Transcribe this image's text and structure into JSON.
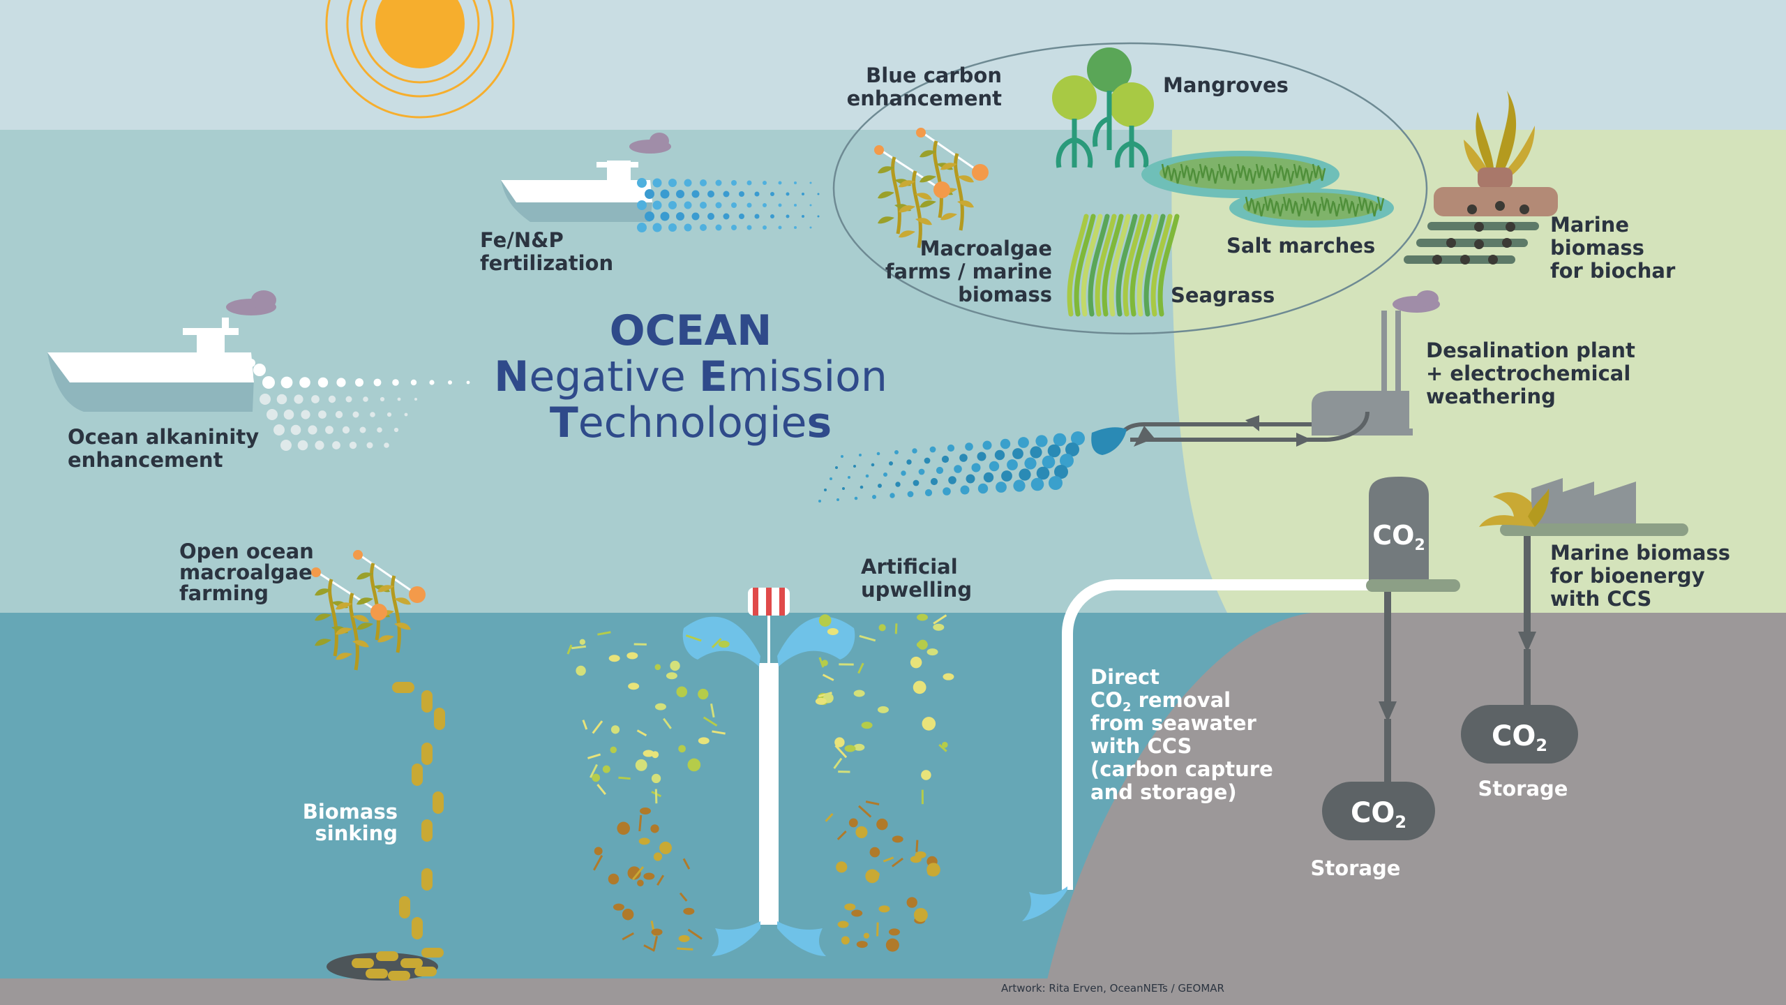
{
  "title": {
    "line1": "OCEAN",
    "line2_first": "N",
    "line2_rest": "egative ",
    "line2_second": "E",
    "line2_tail": "mission",
    "line3_first": "T",
    "line3_rest": "echnologie",
    "line3_last": "s"
  },
  "labels": {
    "alkalinity": [
      "Ocean alkaninity",
      "enhancement"
    ],
    "fertilization": [
      "Fe/N&P",
      "fertilization"
    ],
    "blue_carbon": [
      "Blue carbon",
      "enhancement"
    ],
    "mangroves": "Mangroves",
    "salt_marches": "Salt marches",
    "seagrass": "Seagrass",
    "macroalgae_farms": [
      "Macroalgae",
      "farms / marine",
      "biomass"
    ],
    "biochar": [
      "Marine",
      "biomass",
      "for biochar"
    ],
    "desalination": [
      "Desalination plant",
      "+ electrochemical",
      "weathering"
    ],
    "open_ocean": [
      "Open ocean",
      "macroalgae",
      "farming"
    ],
    "upwelling": [
      "Artificial",
      "upwelling"
    ],
    "bioenergy": [
      "Marine biomass",
      "for bioenergy",
      "with CCS"
    ],
    "biomass_sinking": [
      "Biomass",
      "sinking"
    ],
    "direct_removal": [
      "Direct",
      "CO",
      "2",
      " removal",
      "from seawater",
      "with CCS",
      "(carbon capture",
      "and storage)"
    ],
    "storage_1": "Storage",
    "storage_2": "Storage",
    "co2_main": "CO",
    "co2_sub": "2"
  },
  "credit": "Artwork: Rita Erven, OceanNETs / GEOMAR",
  "colors": {
    "sky": "#c9dde3",
    "upper_ocean": "#a9cdcf",
    "deep_ocean": "#66a7b6",
    "land": "#d4e3bb",
    "seabed": "#9c9899",
    "title_blue": "#2f4a8a",
    "sun": "#f6ae2d",
    "algae": "#b49a1f",
    "dark_grey": "#5d6366"
  }
}
